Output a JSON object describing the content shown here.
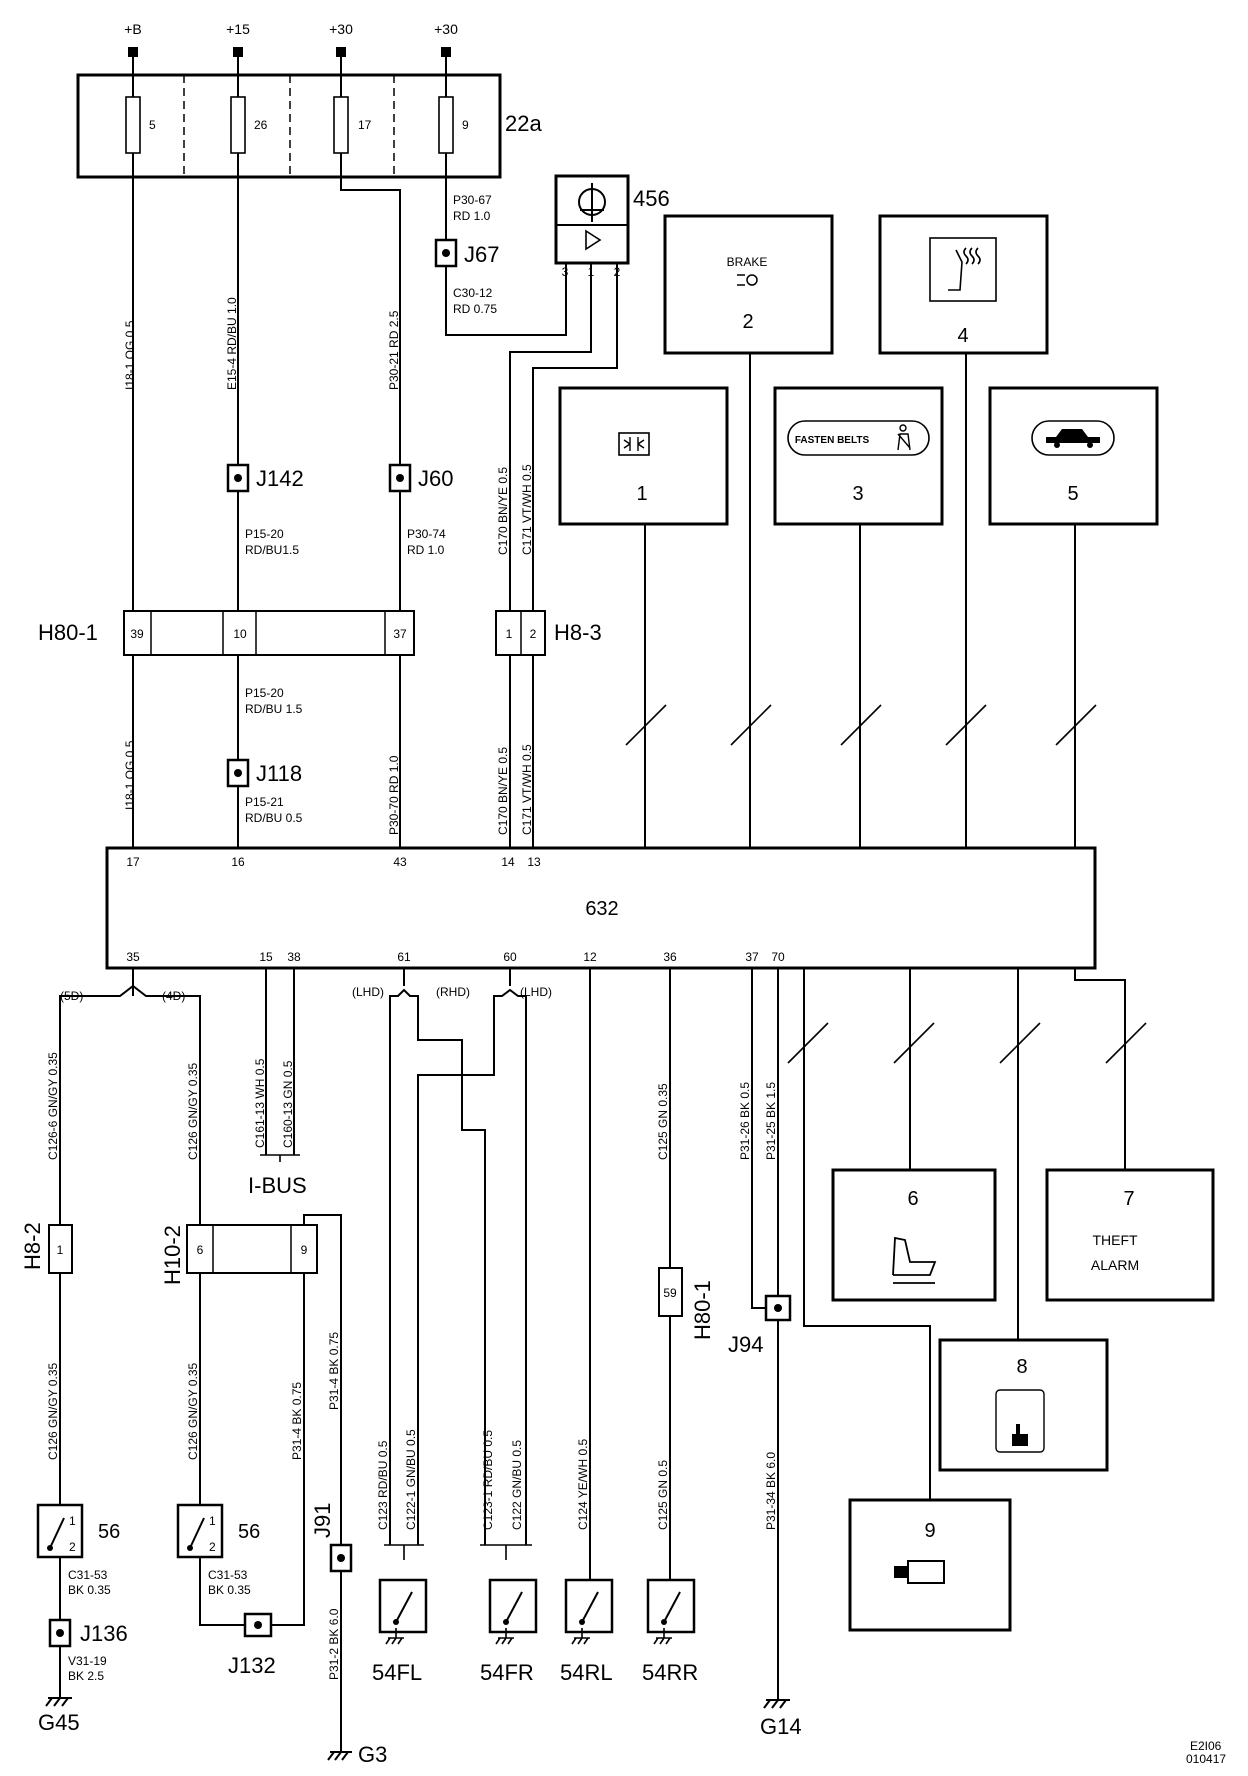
{
  "supplies": [
    "+B",
    "+15",
    "+30",
    "+30"
  ],
  "fuse_box": {
    "id": "22a",
    "fuses": [
      "5",
      "26",
      "17",
      "9"
    ]
  },
  "control_unit": {
    "id": "632",
    "top_pins": [
      "17",
      "16",
      "43",
      "14",
      "13"
    ],
    "bottom_pins": [
      "35",
      "15",
      "38",
      "61",
      "60",
      "12",
      "36",
      "37",
      "70"
    ]
  },
  "switch_456": {
    "id": "456",
    "pins": [
      "3",
      "1",
      "2"
    ]
  },
  "connectors": {
    "h80_1_top": {
      "label": "H80-1",
      "pins": [
        "39",
        "10",
        "37"
      ]
    },
    "h8_3": {
      "label": "H8-3",
      "pins": [
        "1",
        "2"
      ]
    },
    "h8_2": {
      "label": "H8-2",
      "pins": [
        "1"
      ]
    },
    "h10_2": {
      "label": "H10-2",
      "pins": [
        "6",
        "9"
      ]
    },
    "h80_1_bottom": {
      "label": "H80-1",
      "pins": [
        "59"
      ]
    }
  },
  "junctions": [
    "J67",
    "J142",
    "J60",
    "J118",
    "J136",
    "J132",
    "J91",
    "J94"
  ],
  "grounds": [
    "G45",
    "G3",
    "G14"
  ],
  "indicators": [
    {
      "num": "1"
    },
    {
      "num": "2",
      "text": "BRAKE"
    },
    {
      "num": "3",
      "text": "FASTEN BELTS"
    },
    {
      "num": "4"
    },
    {
      "num": "5"
    },
    {
      "num": "6"
    },
    {
      "num": "7",
      "text1": "THEFT",
      "text2": "ALARM"
    },
    {
      "num": "8"
    },
    {
      "num": "9"
    }
  ],
  "wires": {
    "w_p30_67": "P30-67",
    "w_p30_67b": "RD 1.0",
    "w_c30_12": "C30-12",
    "w_c30_12b": "RD 0.75",
    "w_i18_top": "I18-1 OG   0.5",
    "w_e15_4": "E15-4  RD/BU 1.0",
    "w_p30_21": "P30-21  RD   2.5",
    "w_c170_top": "C170  BN/YE   0.5",
    "w_c171_top": "C171  VT/WH   0.5",
    "w_p15_20a": "P15-20",
    "w_p15_20b": "RD/BU1.5",
    "w_p30_74": "P30-74",
    "w_p30_74b": "RD 1.0",
    "w_p15_20c": "P15-20",
    "w_p15_20d": "RD/BU 1.5",
    "w_p15_21": "P15-21",
    "w_p15_21b": "RD/BU 0.5",
    "w_i18_mid": "I18-1 OG   0.5",
    "w_p30_70": "P30-70  RD   1.0",
    "w_c170_mid": "C170  BN/YE   0.5",
    "w_c171_mid": "C171  VT/WH   0.5",
    "w_c126_6": "C126-6  GN/GY 0.35",
    "w_c126_a": "C126  GN/GY 0.35",
    "w_c126_b": "C126  GN/GY 0.35",
    "w_c126_c": "C126  GN/GY 0.35",
    "w_c161": "C161-13 WH   0.5",
    "w_c160": "C160-13 GN   0.5",
    "w_p31_4a": "P31-4  BK   0.75",
    "w_p31_4b": "P31-4  BK   0.75",
    "w_c31_53a": "C31-53",
    "w_c31_53ab": "BK  0.35",
    "w_c31_53b": "C31-53",
    "w_c31_53bb": "BK  0.35",
    "w_v31_19": "V31-19",
    "w_v31_19b": "BK  2.5",
    "w_p31_2": "P31-2  BK   6.0",
    "w_c123": "C123  RD/BU  0.5",
    "w_c122_1": "C122-1  GN/BU  0.5",
    "w_c123_1": "C123-1  RD/BU  0.5",
    "w_c122": "C122   GN/BU  0.5",
    "w_c124": "C124  YE/WH  0.5",
    "w_c125_top": "C125   GN   0.35",
    "w_c125_bot": "C125   GN   0.5",
    "w_p31_26": "P31-26  BK   0.5",
    "w_p31_25": "P31-25  BK   1.5",
    "w_p31_34": "P31-34  BK   6.0"
  },
  "variants": [
    "(5D)",
    "(4D)",
    "(LHD)",
    "(RHD)",
    "(LHD)"
  ],
  "bus": "I-BUS",
  "switches": [
    {
      "id": "56",
      "pins": [
        "1",
        "2"
      ]
    },
    {
      "id": "56",
      "pins": [
        "1",
        "2"
      ]
    },
    {
      "id": "54FL"
    },
    {
      "id": "54FR"
    },
    {
      "id": "54RL"
    },
    {
      "id": "54RR"
    }
  ],
  "doc_code": [
    "E2I06",
    "010417"
  ]
}
